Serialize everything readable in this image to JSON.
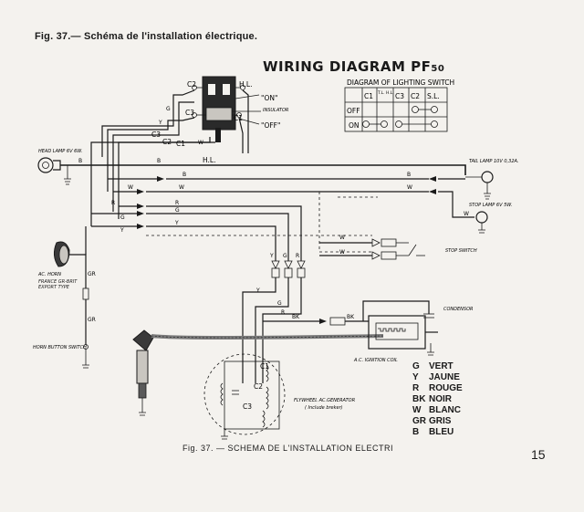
{
  "figure_title": "Fig. 37.— Schéma de l'installation électrique.",
  "diagram_title": "WIRING DIAGRAM PF",
  "diagram_model_sub": "50",
  "lighting_switch": {
    "title": "DIAGRAM OF LIGHTING SWITCH",
    "columns": [
      "",
      "C1",
      "T.L. H.L.",
      "C3",
      "C2",
      "S.L."
    ],
    "rows": [
      {
        "label": "OFF"
      },
      {
        "label": "ON"
      }
    ]
  },
  "switch_labels": {
    "c2": "C2",
    "c3": "C3",
    "c1": "C1",
    "hl": "H.L.",
    "on": "\"ON\"",
    "off": "\"OFF\"",
    "insulator": "INSULATOR",
    "y": "Y",
    "g": "G"
  },
  "component_labels": {
    "head_lamp": "HEAD LAMP 6V 6W.",
    "tail_lamp": "TAIL LAMP 10V 0,32A.",
    "stop_lamp": "STOP LAMP 6V 5W.",
    "stop_switch": "STOP SWITCH",
    "ac_horn": "AC. HORN",
    "horn_note": "FRANCE GR-BRIT EXPORT TYPE",
    "horn_button": "HORN BUTTON SWITCH",
    "condensor": "CONDENSOR",
    "ignition_coil": "A.C. IGNITION COIL",
    "generator": "FLYWHEEL AC.GENERATOR",
    "generator_note": "( Include breker)",
    "gen_c1": "C1",
    "gen_c2": "C2",
    "gen_c3": "C3"
  },
  "wire_labels": {
    "b": "B",
    "w": "W",
    "r": "R",
    "g": "G",
    "y": "Y",
    "gr": "GR",
    "bk": "BK",
    "hl": "H.L.",
    "c1": "C1",
    "c2": "C2",
    "c3": "C3"
  },
  "legend": [
    {
      "code": "G",
      "name": "VERT"
    },
    {
      "code": "Y",
      "name": "JAUNE"
    },
    {
      "code": "R",
      "name": "ROUGE"
    },
    {
      "code": "BK",
      "name": "NOIR"
    },
    {
      "code": "W",
      "name": "BLANC"
    },
    {
      "code": "GR",
      "name": "GRIS"
    },
    {
      "code": "B",
      "name": "BLEU"
    }
  ],
  "caption": "Fig. 37. — SCHEMA DE L'INSTALLATION ELECTRI",
  "page_number": "15"
}
